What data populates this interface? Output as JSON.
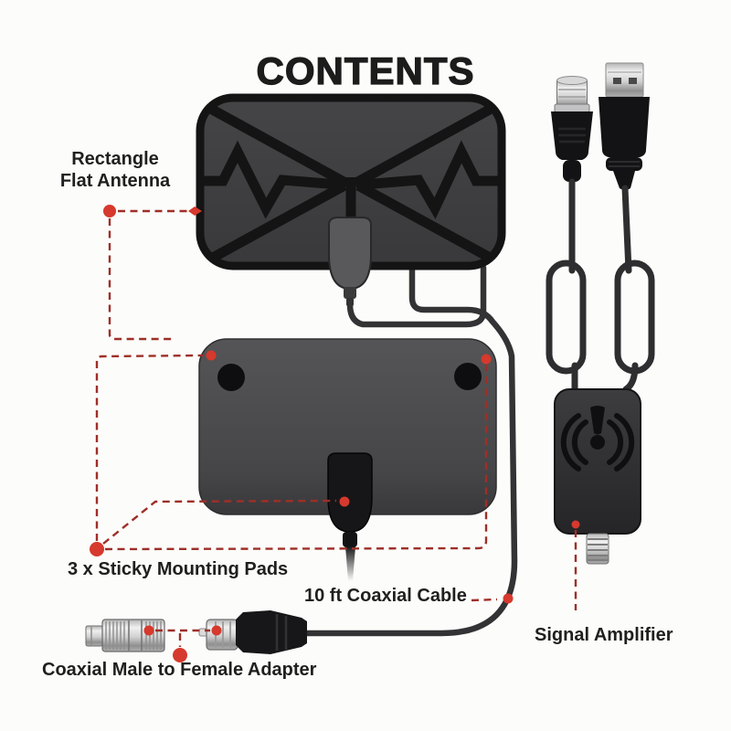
{
  "title": "CONTENTS",
  "parts": {
    "antenna": {
      "label": "Rectangle\nFlat Antenna"
    },
    "pads": {
      "label": "3 x Sticky Mounting Pads"
    },
    "cable": {
      "label": "10 ft Coaxial Cable"
    },
    "adapter": {
      "label": "Coaxial Male to Female Adapter"
    },
    "amplifier": {
      "label": "Signal Amplifier"
    }
  },
  "colors": {
    "background": "#fcfcfa",
    "annotation_line": "#9e2f28",
    "annotation_dot": "#d6392d",
    "product_black": "#141414",
    "antenna_front_gray": "#3e3e40",
    "antenna_back_gray": "#4b4b4d",
    "cable_gray": "#333335"
  }
}
